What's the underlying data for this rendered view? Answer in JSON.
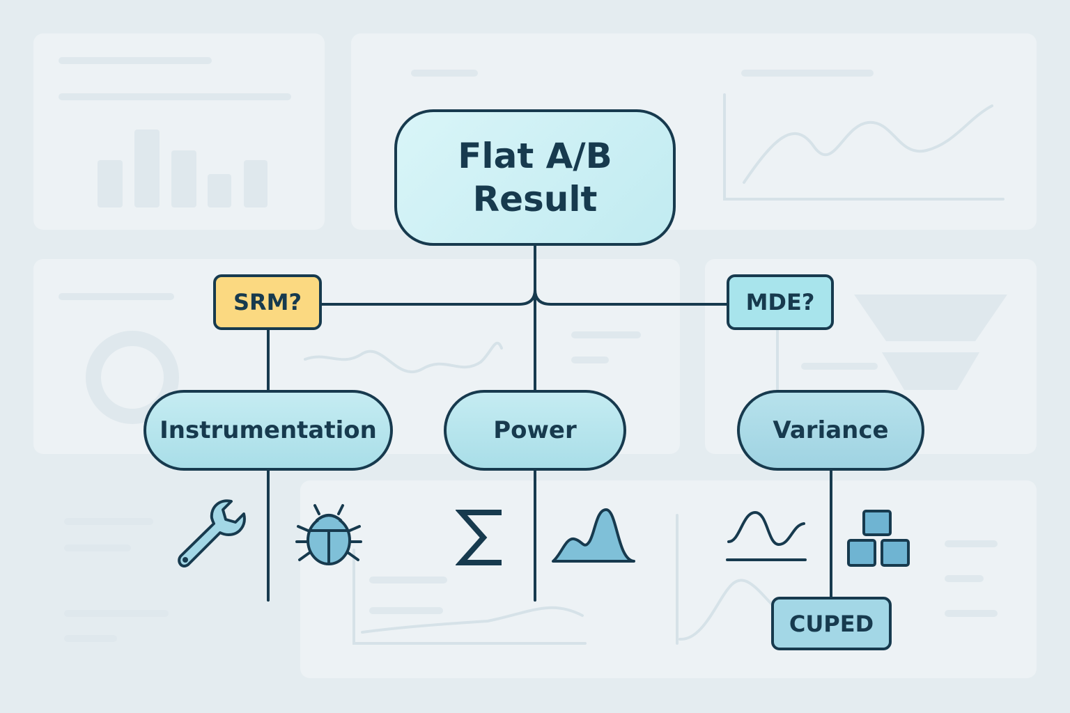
{
  "root": {
    "line1": "Flat A/B",
    "line2": "Result"
  },
  "checks": {
    "srm": "SRM?",
    "mde": "MDE?"
  },
  "branches": {
    "instrumentation": "Instrumentation",
    "power": "Power",
    "variance": "Variance"
  },
  "leaf": {
    "cuped": "CUPED"
  },
  "icons": {
    "instrumentation": [
      "wrench-icon",
      "bug-icon"
    ],
    "power": [
      "sigma-icon",
      "distribution-icon"
    ],
    "variance": [
      "wave-icon",
      "blocks-icon"
    ]
  },
  "colors": {
    "stroke": "#173a4e",
    "srm_fill": "#fbd981",
    "mde_fill": "#a8e4ec",
    "node_fill": "#c1ebf1",
    "background": "#e4ecf0"
  }
}
